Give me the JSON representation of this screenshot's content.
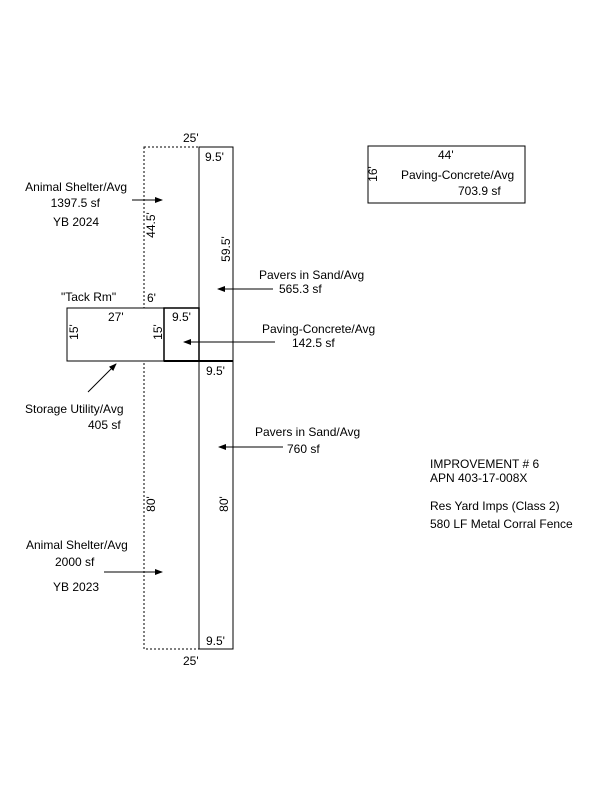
{
  "dimensions": {
    "top_width": "25'",
    "top_strip_width": "9.5'",
    "upper_shelter_height": "44.5'",
    "upper_pavers_height": "59.5'",
    "tack_room_width": "27'",
    "tack_room_height": "15'",
    "tack_room_gap": "6'",
    "paving_small_width": "9.5'",
    "paving_small_height": "15'",
    "mid_strip_width": "9.5'",
    "lower_shelter_height": "80'",
    "lower_pavers_height": "80'",
    "bottom_strip_width": "9.5'",
    "bottom_width": "25'",
    "paving_large_width": "44'",
    "paving_large_height": "16'"
  },
  "labels": {
    "shelter_upper": {
      "name": "Animal Shelter/Avg",
      "area": "1397.5 sf",
      "year": "YB 2024"
    },
    "tack_room": "\"Tack Rm\"",
    "pavers_upper": {
      "name": "Pavers in Sand/Avg",
      "area": "565.3 sf"
    },
    "paving_small": {
      "name": "Paving-Concrete/Avg",
      "area": "142.5 sf"
    },
    "storage": {
      "name": "Storage Utility/Avg",
      "area": "405 sf"
    },
    "pavers_lower": {
      "name": "Pavers in Sand/Avg",
      "area": "760 sf"
    },
    "shelter_lower": {
      "name": "Animal Shelter/Avg",
      "area": "2000 sf",
      "year": "YB 2023"
    },
    "paving_large": {
      "name": "Paving-Concrete/Avg",
      "area": "703.9 sf"
    }
  },
  "improvement": {
    "title": "IMPROVEMENT # 6",
    "apn": "APN 403-17-008X",
    "class": "Res Yard Imps (Class 2)",
    "fence": "580 LF Metal Corral Fence"
  }
}
